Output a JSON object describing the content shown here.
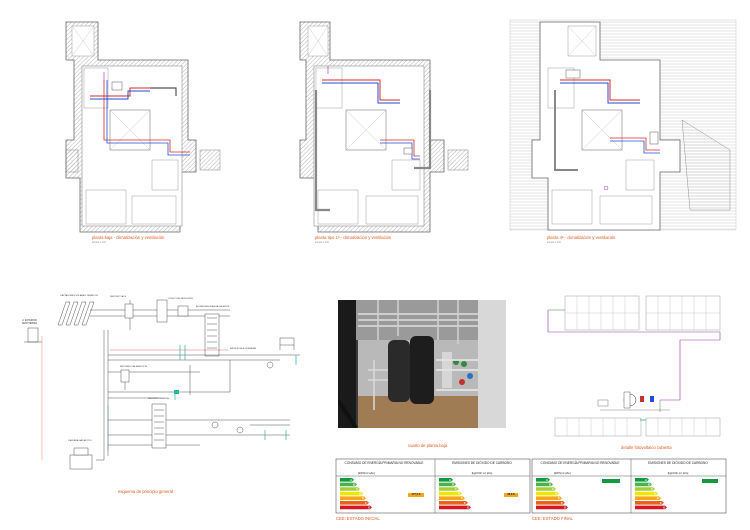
{
  "plans": [
    {
      "caption": "planta baja - climatización y ventilación",
      "scale": "Escala 1:100"
    },
    {
      "caption": "planta tipo  1ª - climatización y ventilación",
      "scale": "Escala 1:100"
    },
    {
      "caption": "planta 4ª - climatización y ventilación",
      "scale": "Escala 1:100"
    }
  ],
  "schematic": {
    "caption": "esquema de principio general",
    "labels": {
      "air_unit": "U. EXTERIOR AEROTERMIA",
      "collectors": "CAPTADORES SOLARES TERMICOS",
      "tank_left": "DEPOSITO ACS",
      "boiler": "CALDERA GAS APOYO",
      "manifold": "COLECTOR IMPULSION",
      "return": "RETORNO CALEFACCION",
      "inertia": "DEPOSITO INERCIA",
      "buffer": "ACUMULADOR AGUA CALIENTE",
      "supply": "IMPULSION A VIVIENDAS"
    }
  },
  "photo": {
    "caption": "cuarto de planta baja"
  },
  "roof": {
    "caption": "detalle fotovoltaico cubierta"
  },
  "certificates": [
    {
      "caption": "CEE: ESTADO INICIAL",
      "col1_title": "CONSUMO DE ENERGÍA PRIMARIA NO RENOVABLE",
      "col1_unit": "[kWh/m² año]",
      "col2_title": "EMISIONES DE DIÓXIDO DE CARBONO",
      "col2_unit": "[kgCO2/ m² año]",
      "val1": "177,5 E",
      "val2": "38,6 E",
      "letters": [
        "A",
        "B",
        "C",
        "D",
        "E",
        "F",
        "G"
      ]
    },
    {
      "caption": "CEE: ESTADO FINAL",
      "col1_title": "CONSUMO DE ENERGÍA PRIMARIA NO RENOVABLE",
      "col1_unit": "[kWh/m² año]",
      "col2_title": "EMISIONES DE DIÓXIDO DE CARBONO",
      "col2_unit": "[kgCO2/ m² año]",
      "val1": "",
      "val2": "",
      "letters": [
        "A",
        "B",
        "C",
        "D",
        "E",
        "F",
        "G"
      ]
    }
  ],
  "colors": {
    "accent": "#e2581f",
    "pipe_hot": "#d62828",
    "pipe_cold": "#1f4fd6",
    "pipe_pv": "#9b2fae",
    "rating": [
      "#119b3f",
      "#4db24a",
      "#a3cf3e",
      "#f2e600",
      "#f3a71b",
      "#e9621c",
      "#d6191f"
    ]
  }
}
